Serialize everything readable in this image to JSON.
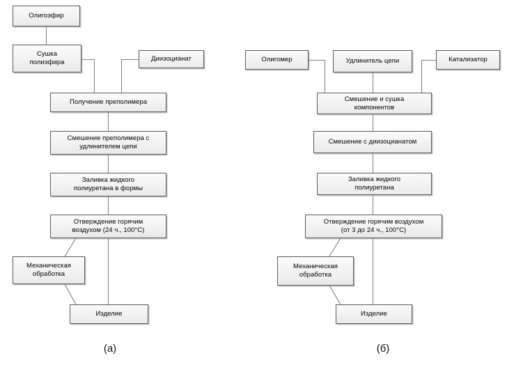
{
  "figure": {
    "title_a": "(а)",
    "title_b": "(б)"
  },
  "diagram_a": {
    "caption": "(а)",
    "nodes": {
      "oligoether": "Олигоэфир",
      "drying": "Сушка\nполиэфира",
      "diisocyanate": "Диизоцианат",
      "prepolymer": "Получение преполимера",
      "mixing_extender": "Смешение преполимера с\nудлинителем цепи",
      "casting": "Заливка жидкого\nполиуретана в формы",
      "curing": "Отверждение горячим\nвоздухом (24 ч., 100°С)",
      "machining": "Механическая\nобработка",
      "product": "Изделие"
    }
  },
  "diagram_b": {
    "caption": "(б)",
    "nodes": {
      "oligomer": "Олигомер",
      "chain_extender": "Удлинитель цепи",
      "catalyst": "Катализатор",
      "mixing_drying": "Смешение и сушка\nкомпонентов",
      "mixing_diisocyanate": "Смешение с диизоцианатом",
      "casting": "Заливка жидкого\nполиуретана",
      "curing": "Отверждение горячим воздухом\n(от 3 до 24 ч., 100°С)",
      "machining": "Механическая\nобработка",
      "product": "Изделие"
    }
  },
  "style": {
    "line_color": "#808080",
    "box_border": "#5a5a5a",
    "box_fill": "#f2f2f2",
    "background": "#ffffff"
  }
}
